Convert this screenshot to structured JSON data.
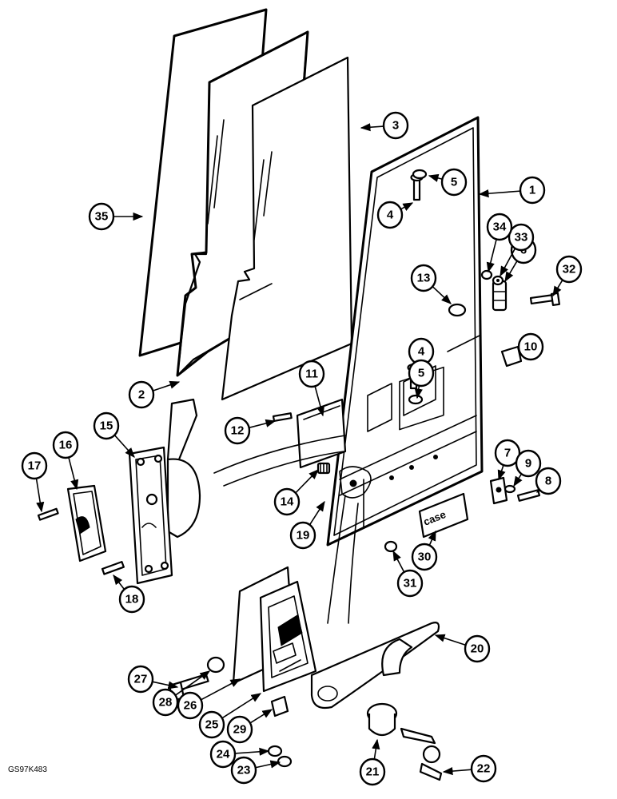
{
  "drawing_ref": "GS97K483",
  "logo_text": "case",
  "callouts": [
    {
      "label": "1"
    },
    {
      "label": "2"
    },
    {
      "label": "3"
    },
    {
      "label": "4"
    },
    {
      "label": "4"
    },
    {
      "label": "5"
    },
    {
      "label": "5"
    },
    {
      "label": "6"
    },
    {
      "label": "7"
    },
    {
      "label": "8"
    },
    {
      "label": "9"
    },
    {
      "label": "10"
    },
    {
      "label": "11"
    },
    {
      "label": "12"
    },
    {
      "label": "13"
    },
    {
      "label": "14"
    },
    {
      "label": "15"
    },
    {
      "label": "16"
    },
    {
      "label": "17"
    },
    {
      "label": "18"
    },
    {
      "label": "19"
    },
    {
      "label": "20"
    },
    {
      "label": "21"
    },
    {
      "label": "22"
    },
    {
      "label": "23"
    },
    {
      "label": "24"
    },
    {
      "label": "25"
    },
    {
      "label": "26"
    },
    {
      "label": "27"
    },
    {
      "label": "28"
    },
    {
      "label": "29"
    },
    {
      "label": "30"
    },
    {
      "label": "31"
    },
    {
      "label": "32"
    },
    {
      "label": "33"
    },
    {
      "label": "34"
    },
    {
      "label": "35"
    }
  ]
}
